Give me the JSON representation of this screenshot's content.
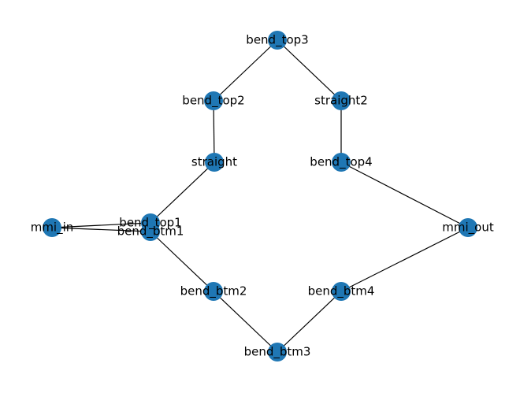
{
  "graph": {
    "node_color": "#1f77b4",
    "edge_color": "#000000",
    "nodes": [
      {
        "id": "mmi_in",
        "label": "mmi_in"
      },
      {
        "id": "bend_top1",
        "label": "bend_top1"
      },
      {
        "id": "bend_btm1",
        "label": "bend_btm1"
      },
      {
        "id": "straight",
        "label": "straight"
      },
      {
        "id": "bend_top2",
        "label": "bend_top2"
      },
      {
        "id": "bend_top3",
        "label": "bend_top3"
      },
      {
        "id": "straight2",
        "label": "straight2"
      },
      {
        "id": "bend_top4",
        "label": "bend_top4"
      },
      {
        "id": "mmi_out",
        "label": "mmi_out"
      },
      {
        "id": "bend_btm2",
        "label": "bend_btm2"
      },
      {
        "id": "bend_btm3",
        "label": "bend_btm3"
      },
      {
        "id": "bend_btm4",
        "label": "bend_btm4"
      }
    ],
    "edges": [
      [
        "mmi_in",
        "bend_top1"
      ],
      [
        "mmi_in",
        "bend_btm1"
      ],
      [
        "bend_top1",
        "straight"
      ],
      [
        "straight",
        "bend_top2"
      ],
      [
        "bend_top2",
        "bend_top3"
      ],
      [
        "bend_top3",
        "straight2"
      ],
      [
        "straight2",
        "bend_top4"
      ],
      [
        "bend_top4",
        "mmi_out"
      ],
      [
        "bend_btm1",
        "bend_btm2"
      ],
      [
        "bend_btm2",
        "bend_btm3"
      ],
      [
        "bend_btm3",
        "bend_btm4"
      ],
      [
        "bend_btm4",
        "mmi_out"
      ]
    ]
  }
}
